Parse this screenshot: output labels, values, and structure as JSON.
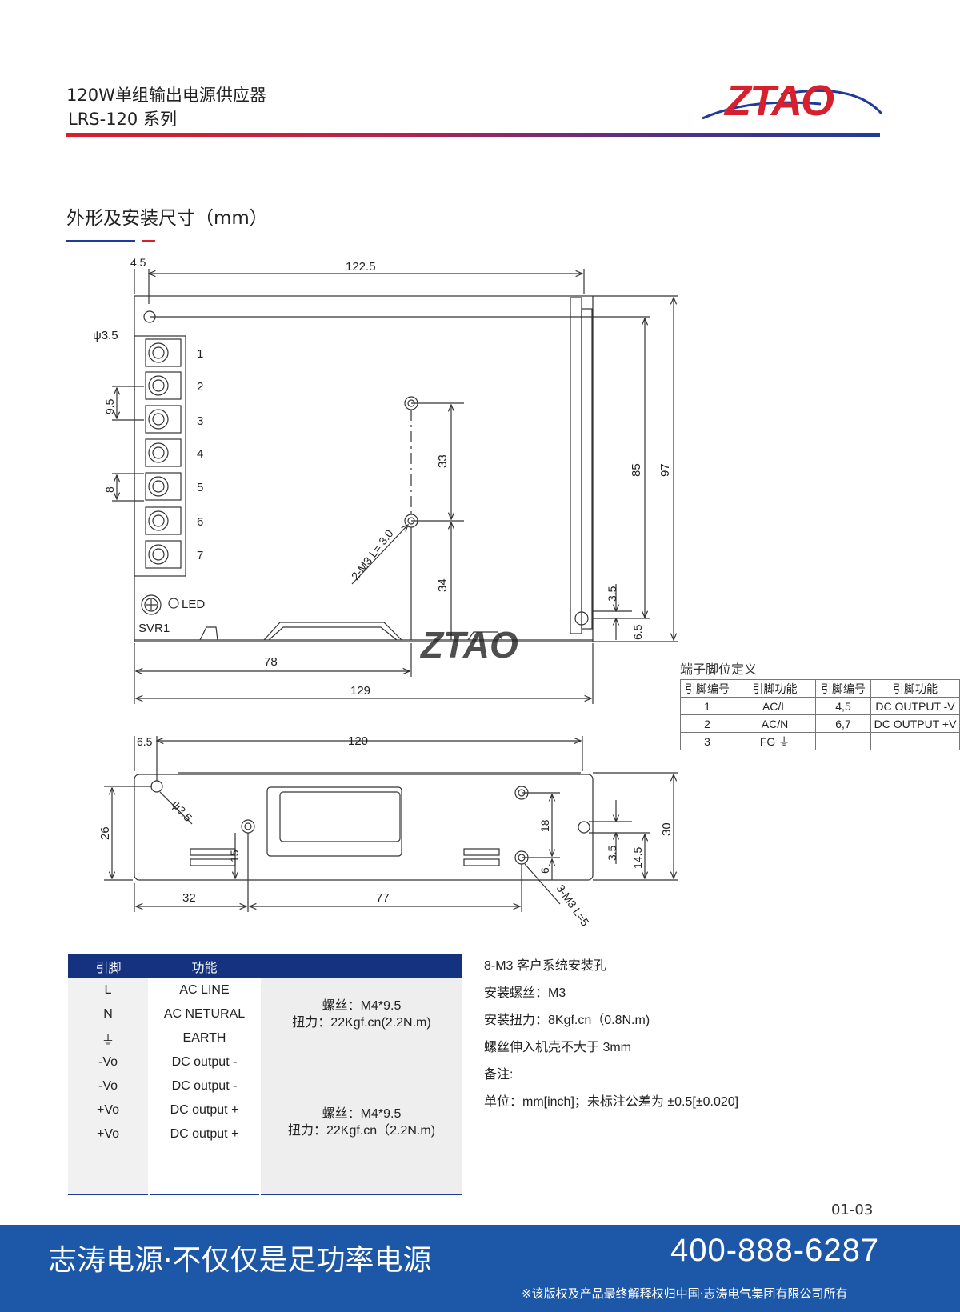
{
  "header": {
    "title": "120W单组输出电源供应器",
    "subtitle": "LRS-120 系列",
    "logo_text": "ZTAO",
    "colors": {
      "red": "#d6202e",
      "blue": "#1e3b9a"
    }
  },
  "section": {
    "title": "外形及安装尺寸（mm）"
  },
  "drawing_top": {
    "dims": {
      "d4_5": "4.5",
      "d122_5": "122.5",
      "d3_5_hole": "ψ3.5",
      "d9_5": "9.5",
      "d8": "8",
      "d33": "33",
      "d34": "34",
      "d85": "85",
      "d97": "97",
      "d3_5": "3.5",
      "d6_5": "6.5",
      "d78": "78",
      "d129": "129",
      "screw": "2-M3 L= 3.0"
    },
    "terminals": [
      "1",
      "2",
      "3",
      "4",
      "5",
      "6",
      "7"
    ],
    "led": "LED",
    "svr": "SVR1",
    "watermark": "ZTAO"
  },
  "drawing_bottom": {
    "dims": {
      "d6_5": "6.5",
      "d120": "120",
      "d3_5_hole": "ψ3.5",
      "d26": "26",
      "d15": "15",
      "d18": "18",
      "d6": "6",
      "d3_5": "3.5",
      "d14_5": "14.5",
      "d30": "30",
      "d32": "32",
      "d77": "77",
      "screw": "3-M3 L=5"
    }
  },
  "pin_table": {
    "caption": "端子脚位定义",
    "header": [
      "引脚编号",
      "引脚功能",
      "引脚编号",
      "引脚功能"
    ],
    "rows": [
      [
        "1",
        "AC/L",
        "4,5",
        "DC OUTPUT -V"
      ],
      [
        "2",
        "AC/N",
        "6,7",
        "DC OUTPUT +V"
      ],
      [
        "3",
        "FG ⏚",
        "",
        ""
      ]
    ]
  },
  "spec_table": {
    "header": {
      "pin": "引脚",
      "function": "功能"
    },
    "rows": [
      {
        "pin": "L",
        "function": "AC LINE"
      },
      {
        "pin": "N",
        "function": "AC NETURAL"
      },
      {
        "pin": "⏚",
        "function": "EARTH"
      },
      {
        "pin": "-Vo",
        "function": "DC output -"
      },
      {
        "pin": "-Vo",
        "function": "DC output -"
      },
      {
        "pin": "+Vo",
        "function": "DC output +"
      },
      {
        "pin": "+Vo",
        "function": "DC output +"
      },
      {
        "pin": "",
        "function": ""
      },
      {
        "pin": "",
        "function": ""
      }
    ],
    "note_ac": {
      "line1": "螺丝：M4*9.5",
      "line2": "扭力：22Kgf.cn(2.2N.m)"
    },
    "note_dc": {
      "line1": "螺丝：M4*9.5",
      "line2": "扭力：22Kgf.cn（2.2N.m)"
    }
  },
  "notes": [
    "8-M3 客户系统安装孔",
    "安装螺丝：M3",
    "安装扭力：8Kgf.cn（0.8N.m)",
    "螺丝伸入机壳不大于 3mm",
    "备注:",
    "单位：mm[inch]；未标注公差为 ±0.5[±0.020]"
  ],
  "page_number": "01-03",
  "footer": {
    "slogan": "志涛电源·不仅仅是足功率电源",
    "phone": "400-888-6287",
    "copyright": "※该版权及产品最终解释权归中国·志涛电气集团有限公司所有",
    "color": "#1d57a8"
  }
}
